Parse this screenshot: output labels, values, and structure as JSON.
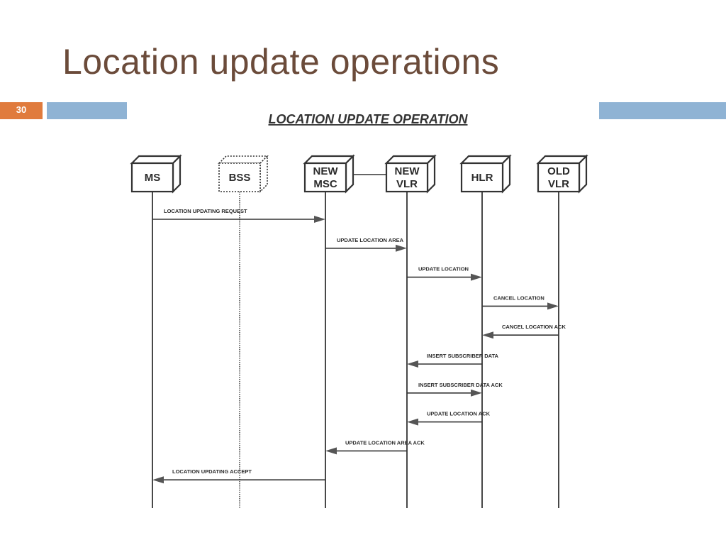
{
  "slide": {
    "title": "Location update operations",
    "page_number": "30"
  },
  "diagram": {
    "title": "LOCATION UPDATE OPERATION",
    "nodes": [
      {
        "id": "ms",
        "lines": [
          "MS"
        ],
        "style": "solid"
      },
      {
        "id": "bss",
        "lines": [
          "BSS"
        ],
        "style": "dotted"
      },
      {
        "id": "new-msc",
        "lines": [
          "NEW",
          "MSC"
        ],
        "style": "solid"
      },
      {
        "id": "new-vlr",
        "lines": [
          "NEW",
          "VLR"
        ],
        "style": "solid"
      },
      {
        "id": "hlr",
        "lines": [
          "HLR"
        ],
        "style": "solid"
      },
      {
        "id": "old-vlr",
        "lines": [
          "OLD",
          "VLR"
        ],
        "style": "solid"
      }
    ],
    "links": [
      {
        "from": "new-msc",
        "to": "new-vlr"
      }
    ],
    "messages": [
      {
        "label": "LOCATION UPDATING REQUEST",
        "from": "ms",
        "to": "new-msc"
      },
      {
        "label": "UPDATE LOCATION AREA",
        "from": "new-msc",
        "to": "new-vlr"
      },
      {
        "label": "UPDATE LOCATION",
        "from": "new-vlr",
        "to": "hlr"
      },
      {
        "label": "CANCEL LOCATION",
        "from": "hlr",
        "to": "old-vlr"
      },
      {
        "label": "CANCEL LOCATION ACK",
        "from": "old-vlr",
        "to": "hlr"
      },
      {
        "label": "INSERT SUBSCRIBER DATA",
        "from": "hlr",
        "to": "new-vlr"
      },
      {
        "label": "INSERT SUBSCRIBER DATA ACK",
        "from": "new-vlr",
        "to": "hlr"
      },
      {
        "label": "UPDATE LOCATION ACK",
        "from": "hlr",
        "to": "new-vlr"
      },
      {
        "label": "UPDATE LOCATION AREA ACK",
        "from": "new-vlr",
        "to": "new-msc"
      },
      {
        "label": "LOCATION UPDATING ACCEPT",
        "from": "new-msc",
        "to": "ms"
      }
    ]
  }
}
